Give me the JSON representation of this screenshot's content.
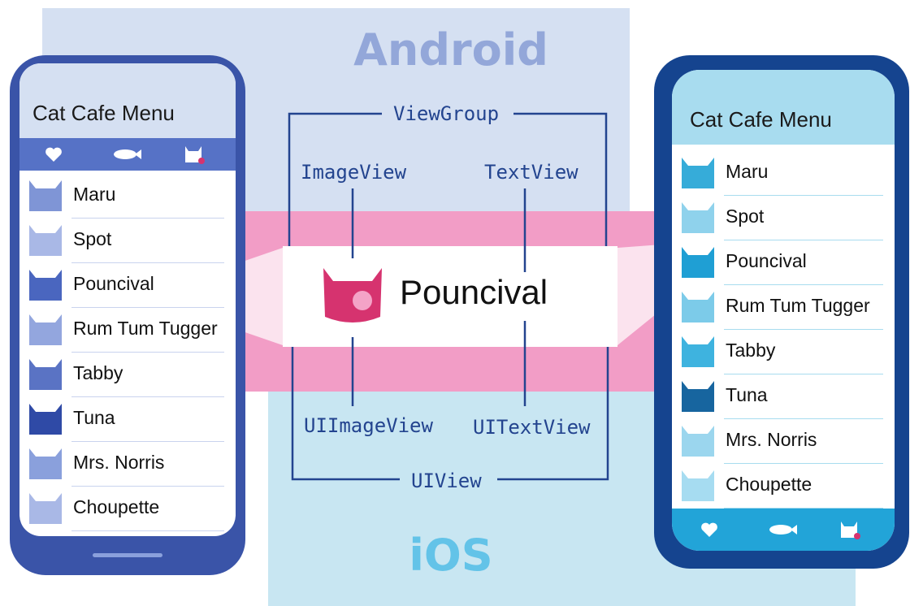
{
  "diagram": {
    "android_label": "Android",
    "ios_label": "iOS",
    "view_group_label": "ViewGroup",
    "image_view_label": "ImageView",
    "text_view_label": "TextView",
    "ui_image_view_label": "UIImageView",
    "ui_text_view_label": "UITextView",
    "ui_view_label": "UIView",
    "center_cell_name": "Pouncival"
  },
  "android_app": {
    "title": "Cat Cafe Menu",
    "tabs": [
      "heart-icon",
      "fish-icon",
      "cat-badge-icon"
    ],
    "cats": [
      "Maru",
      "Spot",
      "Pouncival",
      "Rum Tum Tugger",
      "Tabby",
      "Tuna",
      "Mrs. Norris",
      "Choupette"
    ]
  },
  "ios_app": {
    "title": "Cat Cafe Menu",
    "tabs": [
      "heart-icon",
      "fish-icon",
      "cat-badge-icon"
    ],
    "cats": [
      "Maru",
      "Spot",
      "Pouncival",
      "Rum Tum Tugger",
      "Tabby",
      "Tuna",
      "Mrs. Norris",
      "Choupette"
    ]
  },
  "colors": {
    "android_bg": "#d5e0f2",
    "ios_bg": "#c8e6f2",
    "highlight_band": "#f29dc6",
    "android_accent": "#3a54a8",
    "ios_accent": "#15448f",
    "cat_magenta": "#d6336f"
  }
}
